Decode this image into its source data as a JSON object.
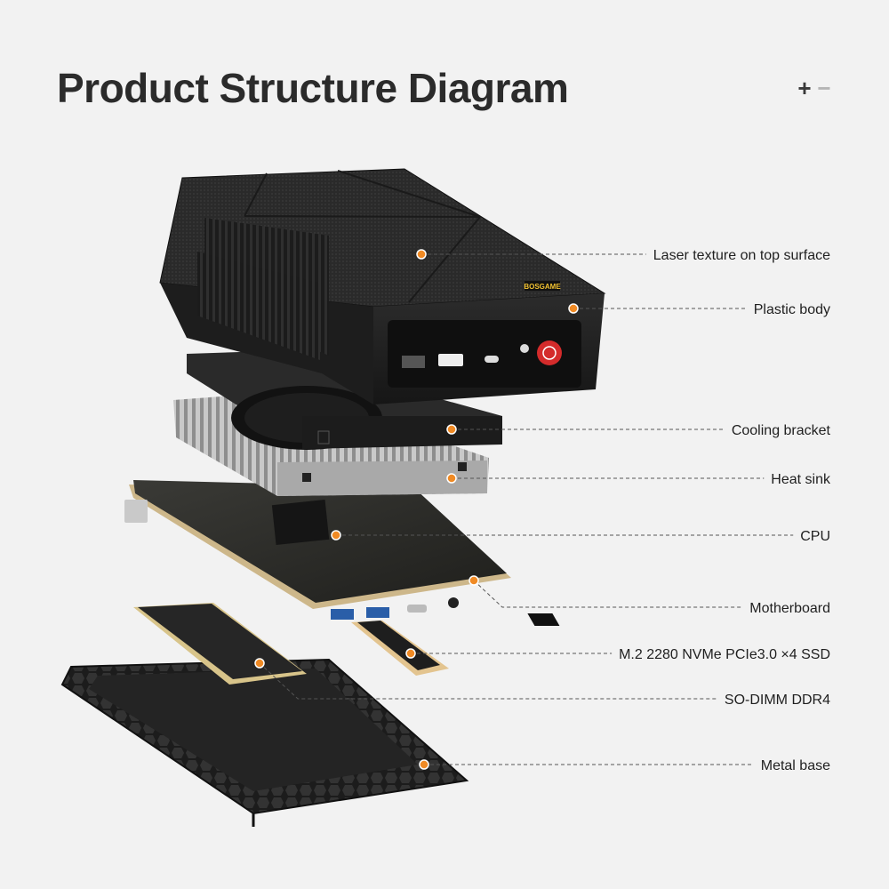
{
  "header": {
    "title": "Product Structure Diagram",
    "zoom_in_label": "+",
    "zoom_out_label": "−"
  },
  "accent_color": "#f08a24",
  "device_logo_text": "BOSGAME",
  "callouts": [
    {
      "id": "laser-texture",
      "label": "Laser texture on top surface"
    },
    {
      "id": "plastic-body",
      "label": "Plastic body"
    },
    {
      "id": "cooling-bracket",
      "label": "Cooling bracket"
    },
    {
      "id": "heat-sink",
      "label": "Heat sink"
    },
    {
      "id": "cpu",
      "label": "CPU"
    },
    {
      "id": "motherboard",
      "label": "Motherboard"
    },
    {
      "id": "ssd",
      "label": "M.2 2280 NVMe PCIe3.0 ×4 SSD"
    },
    {
      "id": "ram",
      "label": "SO-DIMM DDR4"
    },
    {
      "id": "metal-base",
      "label": "Metal base"
    }
  ]
}
